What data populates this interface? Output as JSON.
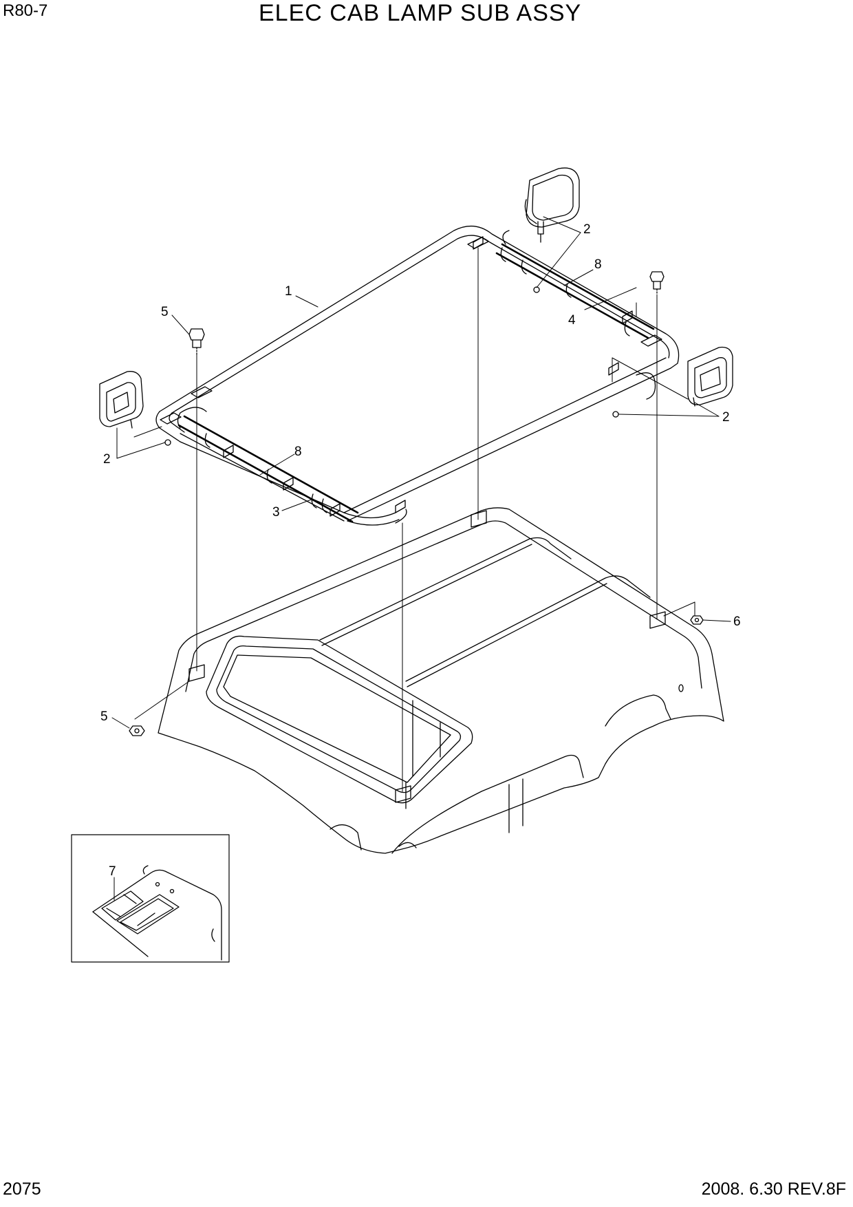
{
  "header": {
    "model": "R80-7",
    "title": "ELEC CAB LAMP SUB ASSY"
  },
  "footer": {
    "page_number": "2075",
    "revision": "2008. 6.30  REV.8F"
  },
  "callouts": {
    "c1": "1",
    "c2a": "2",
    "c2b": "2",
    "c2c": "2",
    "c3": "3",
    "c4": "4",
    "c5a": "5",
    "c5b": "5",
    "c6": "6",
    "c7": "7",
    "c8a": "8",
    "c8b": "8"
  }
}
